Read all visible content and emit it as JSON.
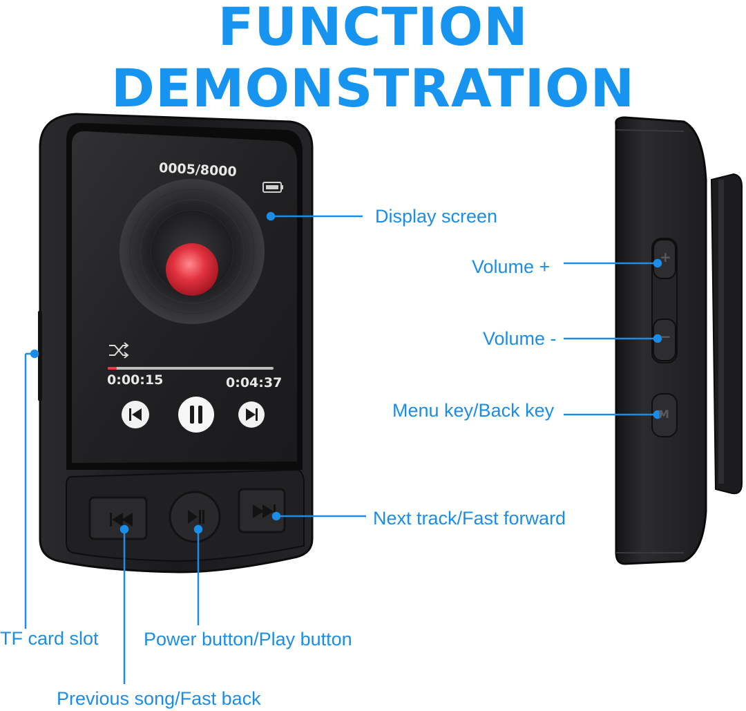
{
  "title": "FUNCTION DEMONSTRATION",
  "screen": {
    "track_counter": "0005/8000",
    "elapsed": "0:00:15",
    "total": "0:04:37"
  },
  "labels": {
    "display_screen": "Display screen",
    "volume_up": "Volume +",
    "volume_down": "Volume -",
    "menu_key": "Menu key/Back key",
    "next_track": "Next track/Fast forward",
    "tf_card": "TF card slot",
    "power_play": "Power button/Play button",
    "previous_song": "Previous song/Fast back"
  },
  "side_buttons": {
    "plus": "+",
    "minus": "−",
    "menu": "M"
  },
  "colors": {
    "accent": "#1793f0",
    "label": "#1c8de6",
    "device": "#1b1b1d",
    "record_center": "#e23c47"
  },
  "playback_progress": 0.054
}
